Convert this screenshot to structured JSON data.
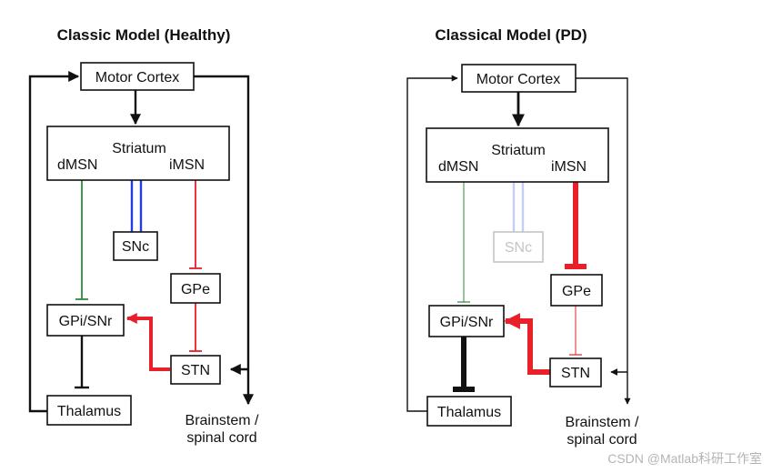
{
  "panels": {
    "healthy": {
      "title": "Classic Model (Healthy)",
      "motor_cortex": "Motor Cortex",
      "striatum": "Striatum",
      "dmsn": "dMSN",
      "imsn": "iMSN",
      "snc": "SNc",
      "gpe": "GPe",
      "gpi_snr": "GPi/SNr",
      "stn": "STN",
      "thalamus": "Thalamus",
      "brainstem_line1": "Brainstem /",
      "brainstem_line2": "spinal cord"
    },
    "pd": {
      "title": "Classical Model (PD)",
      "motor_cortex": "Motor Cortex",
      "striatum": "Striatum",
      "dmsn": "dMSN",
      "imsn": "iMSN",
      "snc": "SNc",
      "gpe": "GPe",
      "gpi_snr": "GPi/SNr",
      "stn": "STN",
      "thalamus": "Thalamus",
      "brainstem_line1": "Brainstem /",
      "brainstem_line2": "spinal cord"
    }
  },
  "watermark": "CSDN @Matlab科研工作室",
  "colors": {
    "excitatory": "#111111",
    "dopamine": "#1f3fe0",
    "dopamine_faded": "#c6cdf2",
    "indirect": "#e8202a",
    "direct": "#2f8a3a",
    "faded_text": "#c4c4c4"
  }
}
